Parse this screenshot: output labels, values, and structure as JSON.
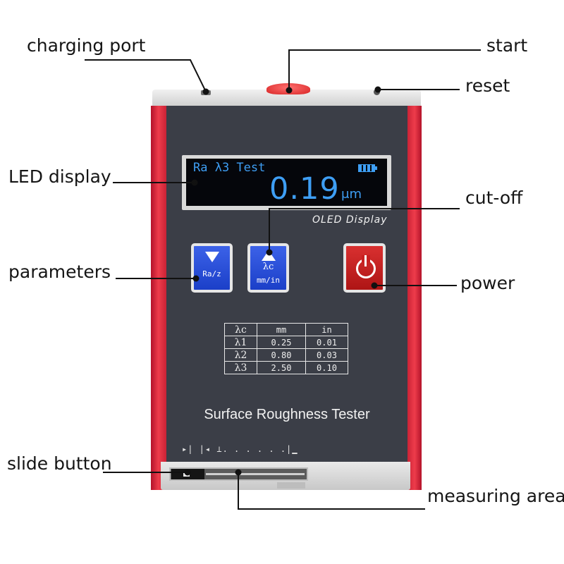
{
  "labels": {
    "charging_port": "charging port",
    "start": "start",
    "reset": "reset",
    "led_display": "LED display",
    "cut_off": "cut-off",
    "parameters": "parameters",
    "power": "power",
    "slide_button": "slide button",
    "measuring_area": "measuring area"
  },
  "device": {
    "screen": {
      "mode_text": "Ra λ3 Test",
      "value": "0.19",
      "unit": "μm",
      "caption": "OLED Display"
    },
    "keys": {
      "parameters_key": "Ra/z",
      "cutoff_key_top": "λc",
      "cutoff_key_bottom": "mm/in"
    },
    "cutoff_table": {
      "headers": [
        "λc",
        "mm",
        "in"
      ],
      "rows": [
        [
          "λ1",
          "0.25",
          "0.01"
        ],
        [
          "λ2",
          "0.80",
          "0.03"
        ],
        [
          "λ3",
          "2.50",
          "0.10"
        ]
      ]
    },
    "title": "Surface Roughness Tester",
    "scale_marks": "▸| |◂ ⊥. . . . . .|▁"
  },
  "colors": {
    "housing": "#3b3e47",
    "rails": "#e0303f",
    "screen_text": "#3e9ef4",
    "key_blue": "#2a4fd8",
    "key_red": "#c72020"
  }
}
